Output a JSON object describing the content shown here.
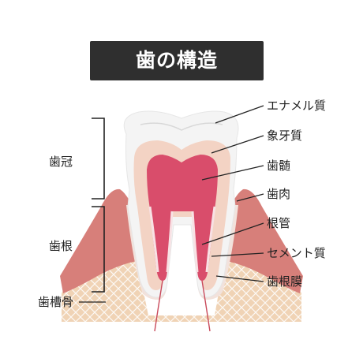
{
  "title": "歯の構造",
  "labels": {
    "enamel": "エナメル質",
    "dentin": "象牙質",
    "pulp": "歯髄",
    "gum": "歯肉",
    "root_canal": "根管",
    "cementum": "セメント質",
    "periodontal_membrane": "歯根膜",
    "crown": "歯冠",
    "root": "歯根",
    "alveolar_bone": "歯槽骨"
  },
  "colors": {
    "enamel": "#f4f4f4",
    "dentin": "#f3d3c4",
    "pulp": "#d94d6b",
    "gum": "#d77f7a",
    "bone": "#f0d3b5",
    "title_bg": "#2f2f2f"
  }
}
